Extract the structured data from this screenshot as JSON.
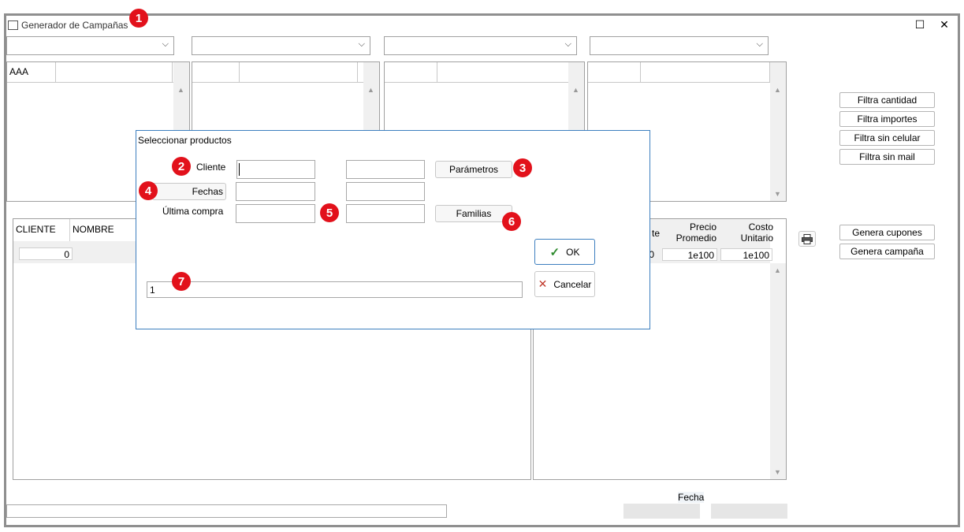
{
  "window": {
    "title": "Generador de Campañas",
    "maximize_glyph": "☐",
    "close_glyph": "✕"
  },
  "combos": [
    {
      "value": ""
    },
    {
      "value": ""
    },
    {
      "value": ""
    },
    {
      "value": ""
    }
  ],
  "filter_grids": [
    {
      "cols": [
        "AAA",
        ""
      ]
    },
    {
      "cols": [
        "",
        ""
      ]
    },
    {
      "cols": [
        "",
        ""
      ]
    },
    {
      "cols": [
        "",
        ""
      ]
    }
  ],
  "side_buttons": {
    "filtra_cantidad": "Filtra cantidad",
    "filtra_importes": "Filtra importes",
    "filtra_sin_celular": "Filtra sin celular",
    "filtra_sin_mail": "Filtra sin mail",
    "genera_cupones": "Genera cupones",
    "genera_campana": "Genera campaña"
  },
  "left_table": {
    "headers": [
      "CLIENTE",
      "NOMBRE"
    ],
    "first_row": {
      "cliente": "0"
    }
  },
  "right_table": {
    "headers": {
      "partial": "te",
      "precio_promedio": "Precio\nPromedio",
      "costo_unitario": "Costo\nUnitario"
    },
    "first_row": {
      "partial": "0",
      "precio_promedio": "1e100",
      "costo_unitario": "1e100"
    }
  },
  "footer": {
    "fecha_label": "Fecha"
  },
  "dialog": {
    "title": "Seleccionar productos",
    "cliente_label": "Cliente",
    "fechas_button": "Fechas",
    "ultima_compra_label": "Última compra",
    "parametros_button": "Parámetros",
    "familias_button": "Familias",
    "ok_button": "OK",
    "cancel_button": "Cancelar",
    "bottom_field_value": "1",
    "fields": {
      "cliente_from": "",
      "cliente_to": "",
      "fechas_from": "",
      "fechas_to": "",
      "ultima_from": "",
      "ultima_to": ""
    }
  },
  "badges": [
    "1",
    "2",
    "3",
    "4",
    "5",
    "6",
    "7"
  ],
  "colors": {
    "badge": "#e2111b",
    "dialog_border": "#3d7fbf",
    "ok_check": "#2e8b2e",
    "cancel_x": "#c0392b",
    "fecha_text": "#1a1a8c"
  }
}
